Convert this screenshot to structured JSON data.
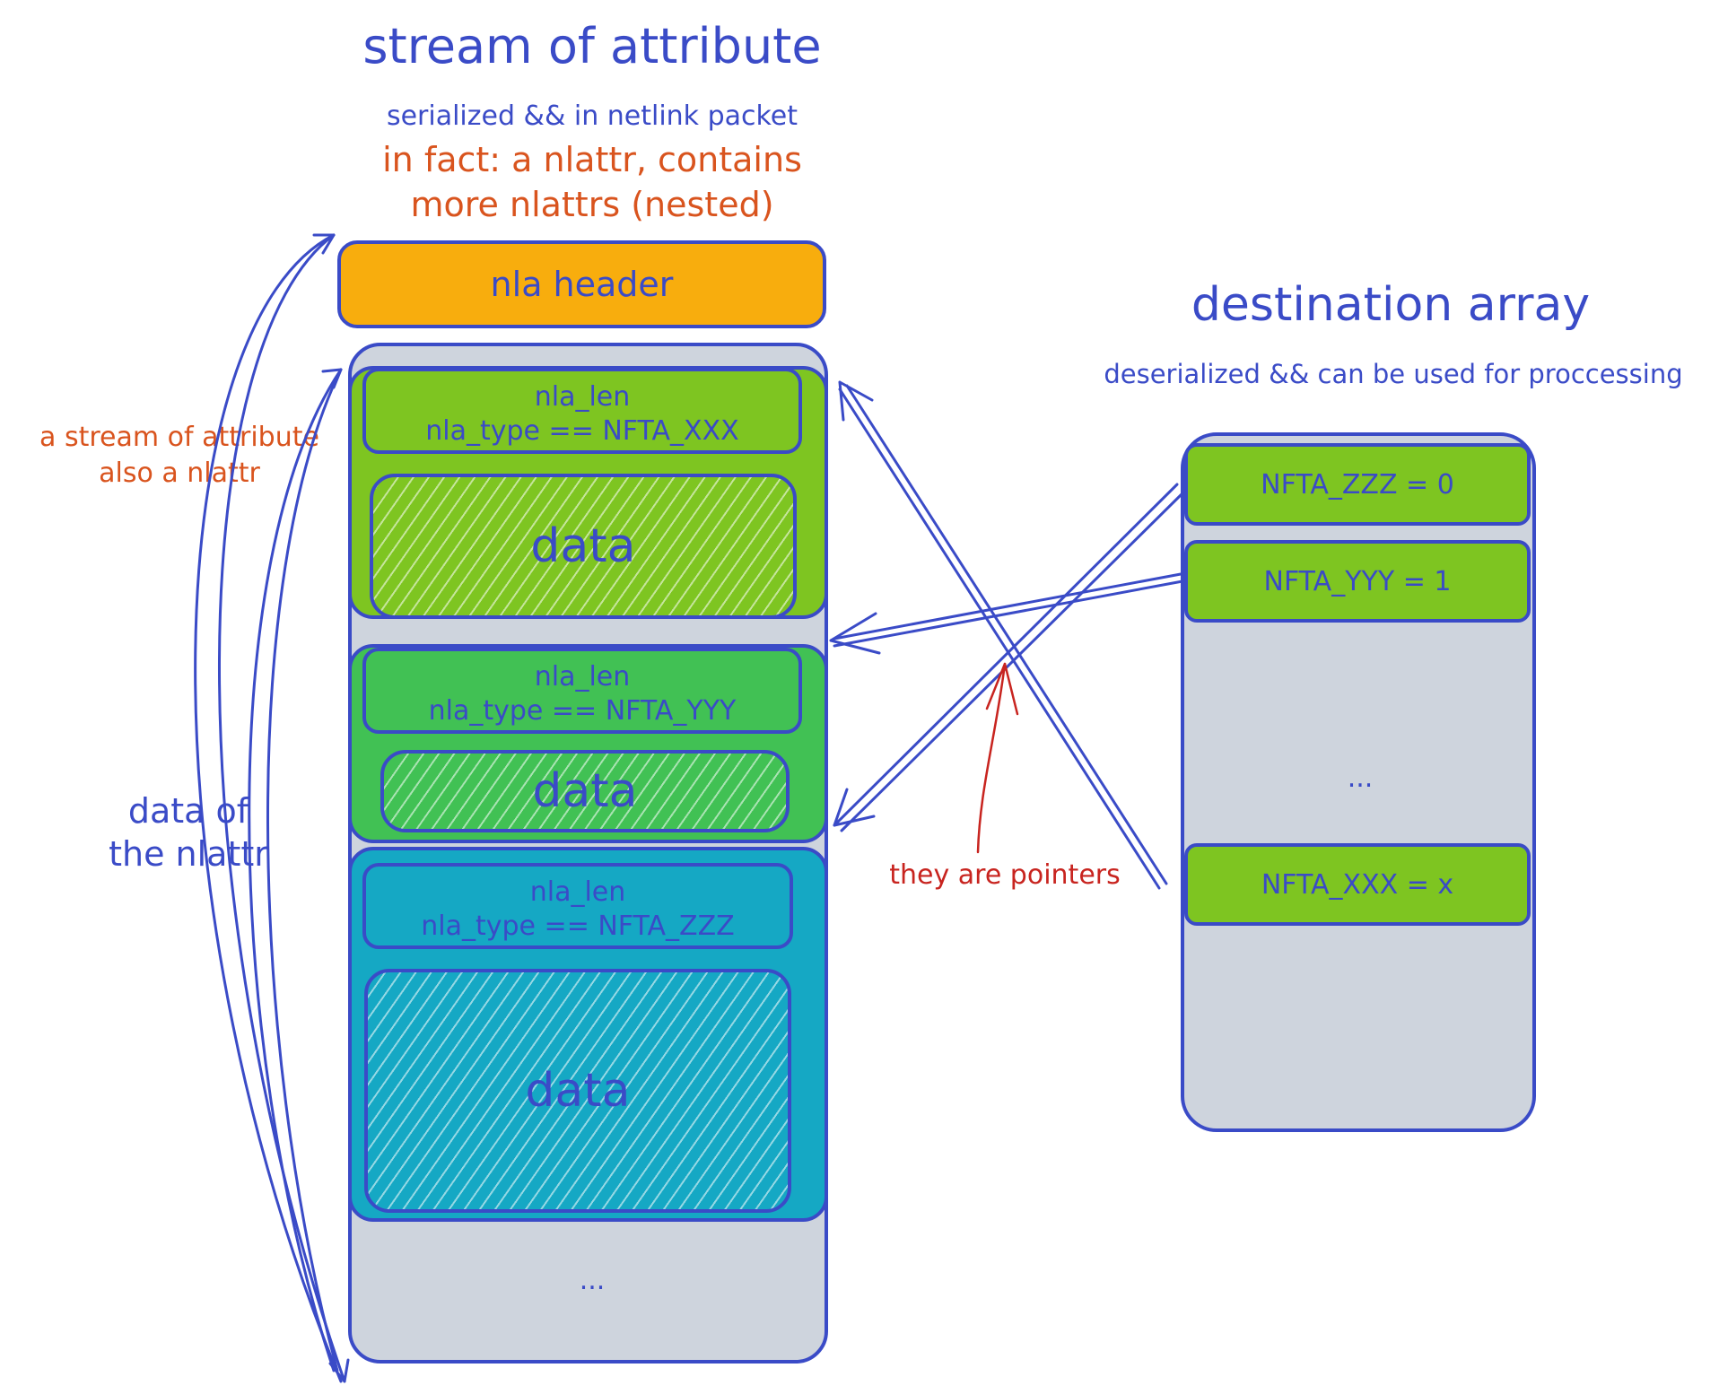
{
  "titles": {
    "stream": "stream of attribute",
    "serialized": "serialized && in netlink packet",
    "fact_line1": "in fact: a nlattr, contains",
    "fact_line2": "more nlattrs (nested)",
    "destination": "destination array",
    "deserialized": "deserialized && can be used for proccessing"
  },
  "side_labels": {
    "stream_line1": "a stream of attribute",
    "stream_line2": "also a nlattr",
    "data_line1": "data of",
    "data_line2": "the nlattr",
    "pointers": "they are pointers"
  },
  "stream": {
    "header_label": "nla header",
    "attributes": [
      {
        "len_label": "nla_len",
        "type_label": "nla_type == NFTA_XXX",
        "data_label": "data"
      },
      {
        "len_label": "nla_len",
        "type_label": "nla_type == NFTA_YYY",
        "data_label": "data"
      },
      {
        "len_label": "nla_len",
        "type_label": "nla_type == NFTA_ZZZ",
        "data_label": "data"
      }
    ],
    "ellipsis": "..."
  },
  "destination": {
    "slots": [
      "NFTA_ZZZ = 0",
      "NFTA_YYY = 1",
      "NFTA_XXX = x"
    ],
    "ellipsis": "..."
  },
  "colors": {
    "ink": "#3a4bc7",
    "header": "#f8ad0d",
    "attr_xxx": "#7ec521",
    "attr_yyy": "#41c154",
    "attr_zzz": "#15a8c4",
    "container": "#ced4dd",
    "note_orange": "#d9541e",
    "note_red": "#c8241f"
  }
}
